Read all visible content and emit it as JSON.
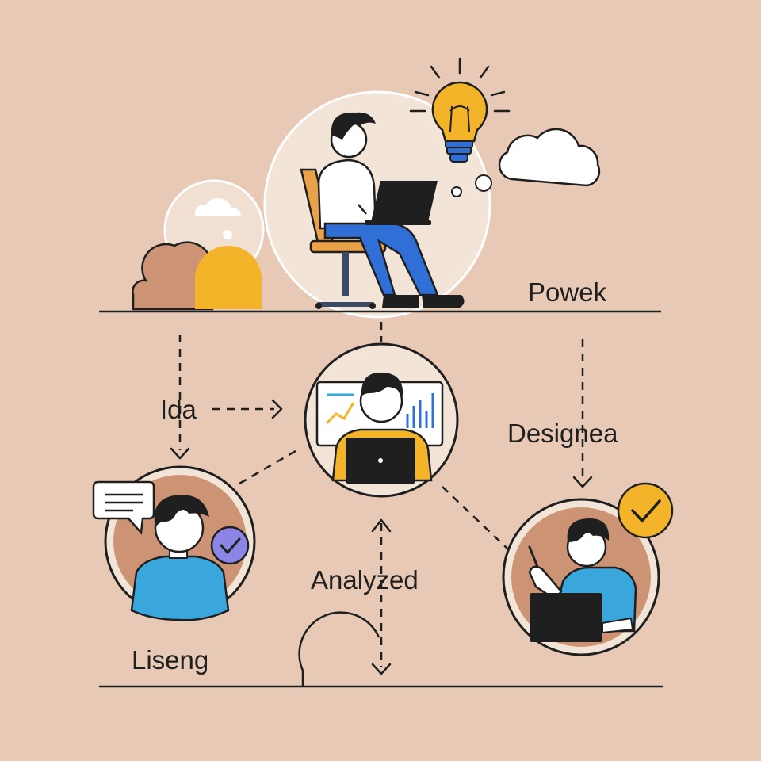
{
  "labels": {
    "top_right": "Powek",
    "left_arrow": "Ida",
    "right": "Designea",
    "middle": "Analyzed",
    "bottom_left": "Liseng"
  },
  "colors": {
    "background": "#e7c9b5",
    "ink": "#1f1f1f",
    "accent_yellow": "#f4b42a",
    "accent_blue": "#2f6fd6",
    "shirt_blue": "#3aa7dc",
    "check_purple": "#8b86e6",
    "terracotta": "#cc9474",
    "white": "#ffffff"
  },
  "icons": [
    "lightbulb-icon",
    "cloud-icon",
    "speech-bubble-icon",
    "checkmark-icon",
    "laptop-icon",
    "chart-icon",
    "pen-icon",
    "chair-icon"
  ]
}
